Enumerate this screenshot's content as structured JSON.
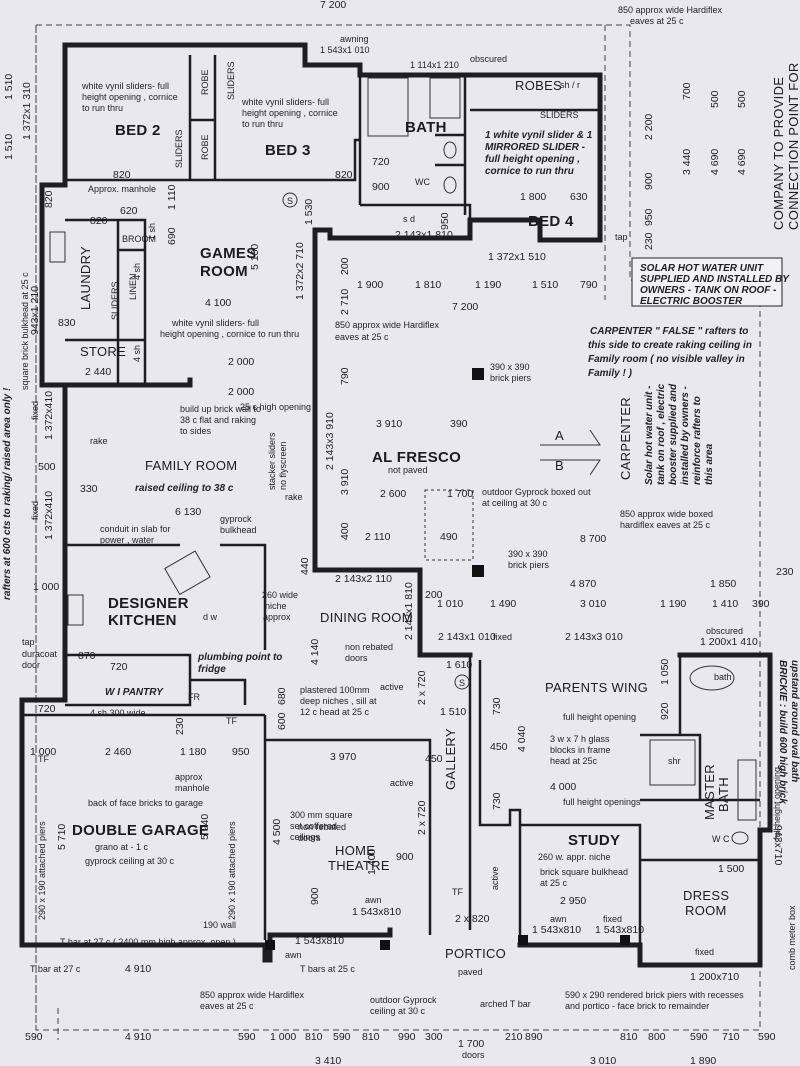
{
  "rooms": {
    "bed2": "BED 2",
    "bed3": "BED 3",
    "bath": "BATH",
    "bed4": "BED 4",
    "robes": "ROBES",
    "games_room": [
      "GAMES",
      "ROOM"
    ],
    "laundry": "LAUNDRY",
    "store": "STORE",
    "broom": "BROOM",
    "linen": "LINEN",
    "family_room": "FAMILY ROOM",
    "al_fresco": "AL FRESCO",
    "designer_kitchen": [
      "DESIGNER",
      "KITCHEN"
    ],
    "dining_room": "DINING ROOM",
    "wi_pantry": "W I PANTRY",
    "double_garage": "DOUBLE GARAGE",
    "home_theatre": [
      "HOME",
      "THEATRE"
    ],
    "gallery": "GALLERY",
    "parents_wing": "PARENTS WING",
    "study": "STUDY",
    "master_bath": [
      "MASTER",
      "BATH"
    ],
    "dress_room": [
      "DRESS",
      "ROOM"
    ],
    "portico": "PORTICO",
    "wc": "WC",
    "wc2": "W C"
  },
  "notes": {
    "awning_top": [
      "awning",
      "1 543x1 010"
    ],
    "obscured_top": "obscured",
    "win_1114": "1 114x1 210",
    "hardiflex_top_right": [
      "850 approx wide Hardiflex",
      "eaves at 25 c"
    ],
    "sliders_bed2": [
      "white vynil sliders- full",
      "height opening , cornice",
      "to run thru"
    ],
    "sliders_bed3": [
      "white vynil sliders- full",
      "height opening , cornice",
      "to run thru"
    ],
    "mirrored_slider": [
      "1 white vynil slider & 1",
      "MIRRORED SLIDER -",
      "full height opening ,",
      "cornice to run thru"
    ],
    "manhole": "Approx. manhole",
    "sliders_games": [
      "white vynil sliders- full",
      "height opening , cornice to run thru"
    ],
    "hardiflex_mid": [
      "850 approx wide Hardiflex",
      "eaves at 25 c"
    ],
    "solar_box": [
      "SOLAR HOT WATER UNIT",
      "SUPPLIED AND INSTALLED BY",
      "OWNERS - TANK ON ROOF -",
      "ELECTRIC BOOSTER"
    ],
    "carpenter_false": [
      "CARPENTER \" FALSE \" rafters to",
      "this side  to create raking ceiling  in",
      "Family room ( no visible valley in",
      "Family  ! )"
    ],
    "brick_piers": [
      "390 x 390",
      "brick piers"
    ],
    "brick_wall": [
      "build up brick wall to",
      "38 c flat and raking",
      "to sides"
    ],
    "high_opening": "25 c high opening",
    "rake1": "rake",
    "rake2": "rake",
    "raised_ceiling": "raised ceiling to 38 c",
    "stacker": [
      "stacker sliders",
      "no flyscreen"
    ],
    "not_paved": "not paved",
    "gyprock_outdoor": [
      "outdoor Gyprock  boxed out",
      "at ceiling at 30 c"
    ],
    "conduit": [
      "conduit in slab for",
      "power , water"
    ],
    "gyprock_bulkhead": [
      "gyprock",
      "bulkhead"
    ],
    "carpenter_vertical": "CARPENTER",
    "solar_vertical": [
      "Solar hot water unit -",
      "tank on roof , electric",
      "booster supplied and",
      "installed by owners -",
      "reinforce rafters to",
      "this area"
    ],
    "hardiflex_boxed": [
      "850 approx wide boxed",
      "hardiflex eaves at 25 c"
    ],
    "brick_piers2": [
      "390 x 390",
      "brick piers"
    ],
    "niche": [
      "260 wide",
      "niche",
      "approx"
    ],
    "non_rebated": [
      "non rebated",
      "doors"
    ],
    "plumbing": [
      "plumbing point to",
      "fridge"
    ],
    "duracoat": [
      "duracoat",
      "door"
    ],
    "plastered": [
      "plastered 100mm",
      "deep niches , sill at",
      "12 c head at 25 c"
    ],
    "obscured_right": "obscured",
    "full_height_opening": "full height opening",
    "glass_blocks": [
      "3 w x 7 h glass",
      "blocks in frame",
      "head at 25c"
    ],
    "full_height_openings": "full height openings",
    "brickie": [
      "BRICKIE : build 600 high brick",
      "upstand around oval bath"
    ],
    "full_height_opening_vert": "full height opening",
    "garage_ceiling": [
      "grano at - 1 c",
      "gyprock ceiling at 30 c"
    ],
    "face_bricks": "back of face bricks to garage",
    "approx_manhole": [
      "approx",
      "manhole"
    ],
    "attached_piers_left": "290 x 190 attached piers",
    "attached_piers_right": "290 x 190 attached piers",
    "wall190": "190 wall",
    "tbar_garage": "T bar at 27 c ( 2400 mm  high approx. open )",
    "coffered": [
      "300 mm square",
      "set coffered",
      "ceilings"
    ],
    "theatre_doors": [
      "non rebated",
      "doors"
    ],
    "study_niche": "260 w. appr. niche",
    "study_bulkhead": [
      "brick square bulkhead",
      "at 25 c"
    ],
    "tbar_bottom_left": "T bar at 27 c",
    "tbars_portico": "T bars at 25 c",
    "paved": "paved",
    "arched": "arched T bar",
    "outdoor_gyprock_bottom": [
      "outdoor Gyprock",
      "ceiling at 30 c"
    ],
    "rendered_piers": [
      "590 x 290 rendered brick piers with recesses",
      "and portico - face brick to remainder"
    ],
    "hardiflex_bottom": [
      "850 approx wide Hardiflex",
      "eaves at 25 c"
    ],
    "comb_meter": "comb meter box",
    "company": [
      "COMPANY TO PROVIDE",
      "CONNECTION POINT FOR"
    ],
    "rafters_left": "rafters at 600 cts to raking/ raised area only !",
    "bulkhead_left": "square brick bulkhead at 25 c",
    "w4s_300": "4 sh 300 wide",
    "sh_r": "sh / r",
    "shr": "shr",
    "dw": "d w",
    "fr": "FR",
    "tf": "TF",
    "bath_tub": "bath",
    "wc_bath": "wc",
    "sd": "s d",
    "tap": "tap",
    "active": "active",
    "fixed": "fixed",
    "awn": "awn",
    "doors_bottom": "doors",
    "sliders": "SLIDERS",
    "robe": "ROBE",
    "sh1": "1 sh",
    "sh4": "4 sh",
    "letter_a": "A",
    "letter_b": "B",
    "s_symbol": "S"
  },
  "dims": {
    "top_7200": "7 200",
    "d1372x1310": "1 372x1 310",
    "d1510": "1 510",
    "d820a": "820",
    "d820b": "820",
    "d820c": "820",
    "d820d": "820",
    "d720": "720",
    "d900": "900",
    "d1800": "1 800",
    "d630": "630",
    "d950": "950",
    "d1372x1510": "1 372x1 510",
    "d1530": "1 530",
    "d620": "620",
    "d690": "690",
    "d1110": "1 110",
    "d5130": "5 130",
    "d4100": "4 100",
    "d2143x1810": "2 143x1 810",
    "d1372x2710": "1 372x2 710",
    "row_1900": "1 900",
    "row_1810": "1 810",
    "row_1190": "1 190",
    "row_1510": "1 510",
    "row_790": "790",
    "d7200_mid": "7 200",
    "d2440": "2 440",
    "d2000a": "2 000",
    "d2000b": "2 000",
    "d830": "830",
    "d943x1210": "943x1 210",
    "d200": "200",
    "d2710": "2 710",
    "d790": "790",
    "d3910h": "3 910",
    "d390": "390",
    "d2143x3910": "2 143x3 910",
    "d3910v": "3 910",
    "d2600": "2 600",
    "d1700": "1 700",
    "d400": "400",
    "d2110": "2 110",
    "d490": "490",
    "d6130": "6 130",
    "d330": "330",
    "d500": "500",
    "d1372x410a": "1 372x410",
    "d1372x410b": "1 372x410",
    "d8700": "8 700",
    "d4870": "4 870",
    "d1850": "1 850",
    "d230": "230",
    "d1000": "1 000",
    "d2143x2110": "2 143x2 110",
    "d440": "440",
    "d2143x1810b": "2 143x1 810",
    "d1010": "1 010",
    "d1490": "1 490",
    "d3010": "3 010",
    "d1190": "1 190",
    "d1410": "1 410",
    "d390r": "390",
    "d2143x1010": "2 143x1 010",
    "d2143x3010": "2 143x3 010",
    "d1200x1410": "1 200x1 410",
    "d4140": "4 140",
    "d870": "870",
    "d720b": "720",
    "d1610": "1 610",
    "d2x720a": "2 x 720",
    "d1510b": "1 510",
    "d680": "680",
    "d600": "600",
    "d4040": "4 040",
    "d730": "730",
    "d920": "920",
    "d1050": "1 050",
    "d4000": "4 000",
    "d1000g": "1 000",
    "d2460": "2 460",
    "d1180": "1 180",
    "d950b": "950",
    "d230b": "230",
    "d5710": "5 710",
    "d5940": "5 940",
    "d3970": "3 970",
    "d450": "450",
    "d2x720b": "2 x 720",
    "d4500": "4 500",
    "d1400": "1 400",
    "d900b": "900",
    "d1543x810a": "1 543x810",
    "d1543x810b": "1 543x810",
    "d1543x810c": "1 543x810",
    "d1543x810d": "1 543x810",
    "d2950": "2 950",
    "d1500": "1 500",
    "d943x710": "943x710",
    "d1200x710": "1 200x710",
    "d2x820": "2 x 820",
    "d4910a": "4 910",
    "d4910b": "4 910",
    "d1700b": "1 700",
    "d3010b": "3 010",
    "d1890": "1 890",
    "d3410": "3 410",
    "right_700": "700",
    "right_500a": "500",
    "right_500b": "500",
    "right_2200": "2 200",
    "right_900": "900",
    "right_3440": "3 440",
    "right_4690a": "4 690",
    "right_4690b": "4 690",
    "right_950": "950",
    "right_230": "230",
    "bottom_row": [
      "590",
      "590",
      "1 000",
      "810",
      "590",
      "810",
      "990",
      "300",
      "210",
      "890",
      "810",
      "800",
      "590",
      "710",
      "590"
    ],
    "left_1510": "1 510"
  }
}
